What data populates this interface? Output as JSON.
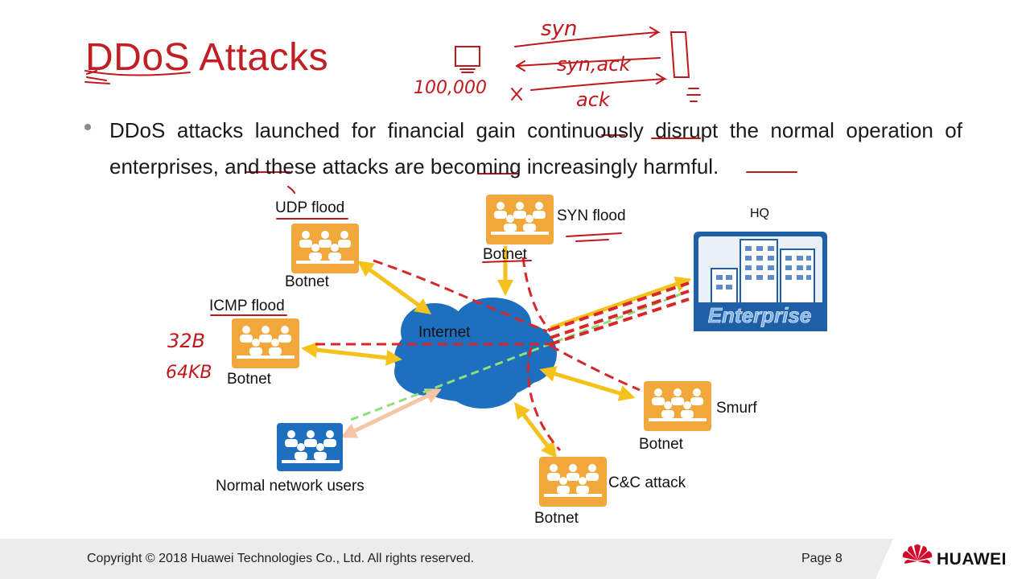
{
  "slide": {
    "title": "DDoS Attacks",
    "bullet": "DDoS attacks launched for financial gain continuously disrupt the normal operation of enterprises, and these attacks are becoming increasingly harmful."
  },
  "diagram": {
    "internet_label": "Internet",
    "hq_label": "HQ",
    "enterprise_label": "Enterprise",
    "nodes": [
      {
        "attack": "UDP flood",
        "group": "Botnet"
      },
      {
        "attack": "SYN flood",
        "group": "Botnet"
      },
      {
        "attack": "ICMP flood",
        "group": "Botnet"
      },
      {
        "attack": "Smurf",
        "group": "Botnet"
      },
      {
        "attack": "C&C attack",
        "group": "Botnet"
      },
      {
        "attack": "",
        "group": "Normal network users"
      }
    ],
    "colors": {
      "attack_line": "#d9262a",
      "attack_arrow": "#f5c21b",
      "normal_arrow": "#f5c6a5",
      "normal_line": "#8ee07a",
      "cloud": "#1f6fbf",
      "botnet_box": "#f0a83d",
      "user_box": "#1f6fbf"
    }
  },
  "annotations": {
    "syn": "syn",
    "synack": "syn,ack",
    "ack": "ack",
    "count": "100,000",
    "size1": "32B",
    "size2": "64KB"
  },
  "footer": {
    "copyright": "Copyright © 2018 Huawei Technologies Co., Ltd. All rights reserved.",
    "page": "Page 8",
    "brand": "HUAWEI",
    "brand_icon": "huawei-petal-icon"
  }
}
